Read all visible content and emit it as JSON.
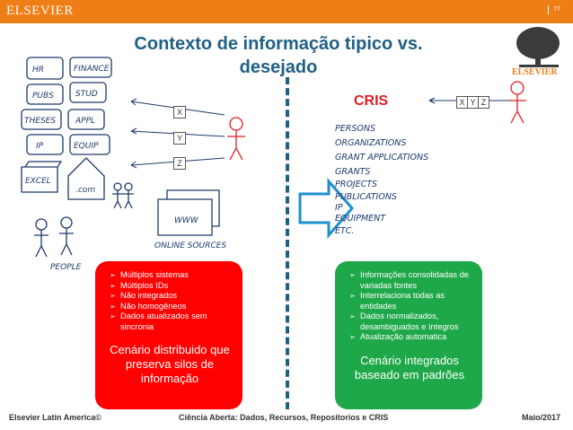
{
  "header": {
    "logo": "ELSEVIER",
    "page_number": "77"
  },
  "title": {
    "line1": "Contexto de informação tipico vs.",
    "line2": "desejado"
  },
  "logo_right": "ELSEVIER",
  "left_sketch": {
    "silos": [
      "HR",
      "FINANCE",
      "PUBS",
      "STUD",
      "THESES",
      "APPL",
      "IP",
      "EQUIP",
      "EXCEL",
      ".com"
    ],
    "online": [
      "WWW",
      "ONLINE SOURCES"
    ],
    "people_label": "PEOPLE",
    "boxes": [
      "X",
      "Y",
      "Z"
    ]
  },
  "cris_title": "CRIS",
  "xyz_boxes": [
    "X",
    "Y",
    "Z"
  ],
  "cris_entities": [
    "PERSONS",
    "ORGANIZATIONS",
    "GRANT APPLICATIONS",
    "GRANTS",
    "PROJECTS",
    "PUBLICATIONS",
    "IP",
    "EQUIPMENT",
    "ETC."
  ],
  "red_panel": {
    "bullets": [
      "Múltiplos sistemas",
      "Múltiplos IDs",
      "Não integrados",
      "Não homogêneos",
      "Dados atualizados sem sincronia"
    ],
    "caption": "Cenário distribuido que preserva silos de informação",
    "color": "#ff0000"
  },
  "green_panel": {
    "bullets": [
      "Informações consolidadas de variadas fontes",
      "Interrelaciona todas as entidades",
      "Dados normalizados, desambiguados e íntegros",
      "Atualização automatica"
    ],
    "caption": "Cenário integrados baseado em padrões",
    "color": "#1fa84a"
  },
  "footer": {
    "left": "Elsevier Latin America©",
    "center": "Ciência Aberta: Dados, Recursos, Repositorios e CRIS",
    "right": "Maio/2017"
  },
  "colors": {
    "orange": "#f07e16",
    "title_blue": "#1f5f86",
    "sketch_blue": "#1b3a6b",
    "cris_red": "#e11d22"
  }
}
